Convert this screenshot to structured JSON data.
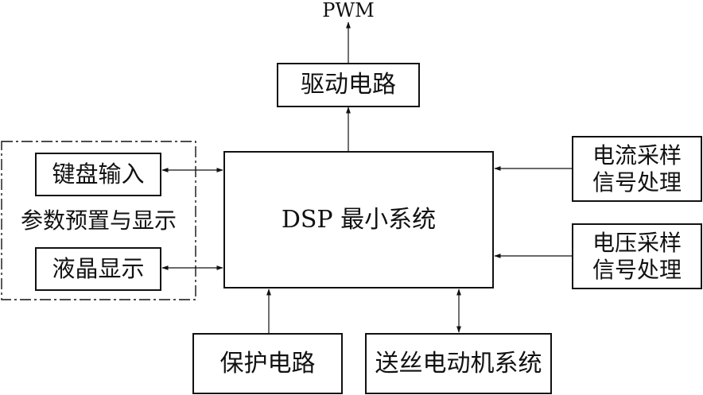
{
  "diagram": {
    "output_label": "PWM",
    "driver": "驱动电路",
    "core": "DSP 最小系统",
    "keyboard": "键盘输入",
    "group_label": "参数预置与显示",
    "lcd": "液晶显示",
    "current_line1": "电流采样",
    "current_line2": "信号处理",
    "voltage_line1": "电压采样",
    "voltage_line2": "信号处理",
    "protection": "保护电路",
    "feeder": "送丝电动机系统"
  }
}
